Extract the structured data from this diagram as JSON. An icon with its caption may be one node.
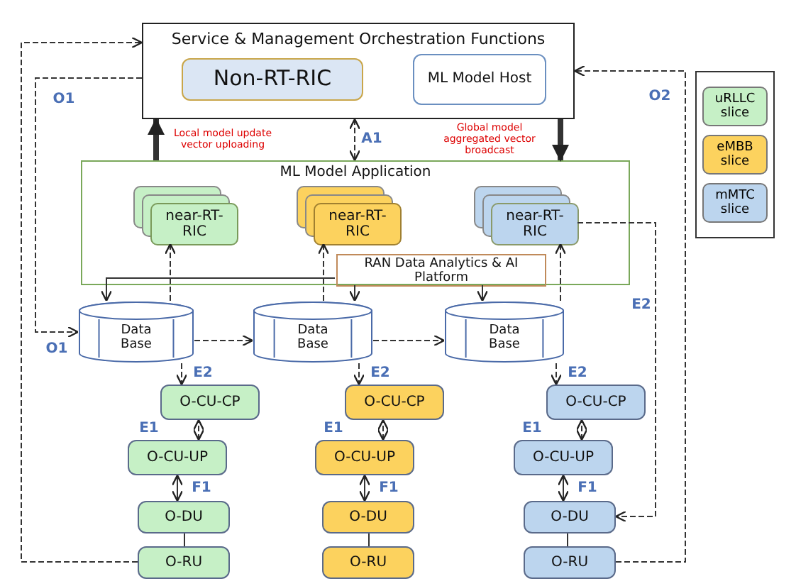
{
  "diagram": {
    "nodes": [
      {
        "text": [
          "Service & Management Orchestration Functions"
        ]
      },
      {
        "text": [
          "Non-RT-RIC"
        ],
        "in": 0
      },
      {
        "text": [
          "ML Model Host"
        ],
        "in": 0
      },
      {
        "text": [
          "ML Model Application"
        ]
      },
      {
        "text": [
          "near-RT-RIC"
        ],
        "in": 3
      },
      {
        "text": [
          "near-RT-RIC"
        ],
        "in": 3
      },
      {
        "text": [
          "near-RT-RIC"
        ],
        "in": 3
      },
      {
        "text": [
          "RAN Data Analytics & AI Platform"
        ],
        "in": 3
      },
      {
        "text": [
          "Data Base"
        ]
      },
      {
        "text": [
          "Data Base"
        ]
      },
      {
        "text": [
          "Data Base"
        ]
      },
      {
        "text": [
          "O-CU-CP"
        ]
      },
      {
        "text": [
          "O-CU-UP"
        ]
      },
      {
        "text": [
          "O-DU"
        ]
      },
      {
        "text": [
          "O-RU"
        ]
      },
      {
        "text": [
          "O-CU-CP"
        ]
      },
      {
        "text": [
          "O-CU-UP"
        ]
      },
      {
        "text": [
          "O-DU"
        ]
      },
      {
        "text": [
          "O-RU"
        ]
      },
      {
        "text": [
          "O-CU-CP"
        ]
      },
      {
        "text": [
          "O-CU-UP"
        ]
      },
      {
        "text": [
          "O-DU"
        ]
      },
      {
        "text": [
          "O-RU"
        ]
      }
    ],
    "edges": [
      {
        "from": 3,
        "to": 0,
        "arrow": "to",
        "label": "Local model update vector uploading",
        "style": "thick"
      },
      {
        "from": 0,
        "to": 3,
        "arrow": "to",
        "label": "Global model aggregated vector broadcast",
        "style": "thick"
      },
      {
        "from": 0,
        "to": 3,
        "arrow": "both",
        "label": "A1",
        "style": "dashed"
      },
      {
        "from": 7,
        "to": 8,
        "arrow": "to"
      },
      {
        "from": 7,
        "to": 9,
        "arrow": "to"
      },
      {
        "from": 7,
        "to": 10,
        "arrow": "to"
      },
      {
        "from": 8,
        "to": 4,
        "arrow": "to",
        "style": "dashed"
      },
      {
        "from": 9,
        "to": 5,
        "arrow": "to",
        "style": "dashed"
      },
      {
        "from": 10,
        "to": 6,
        "arrow": "to",
        "style": "dashed"
      },
      {
        "from": 8,
        "to": 9,
        "arrow": "to",
        "style": "dashed"
      },
      {
        "from": 9,
        "to": 10,
        "arrow": "to",
        "style": "dashed"
      },
      {
        "from": 8,
        "to": 11,
        "arrow": "to",
        "label": "E2",
        "style": "dashed"
      },
      {
        "from": 9,
        "to": 15,
        "arrow": "to",
        "label": "E2",
        "style": "dashed"
      },
      {
        "from": 10,
        "to": 19,
        "arrow": "to",
        "label": "E2",
        "style": "dashed"
      },
      {
        "from": 6,
        "to": 21,
        "arrow": "to",
        "label": "E2",
        "style": "dashed"
      },
      {
        "from": 12,
        "to": 11,
        "arrow": "both",
        "label": "E1",
        "style": "dashed"
      },
      {
        "from": 12,
        "to": 13,
        "arrow": "both",
        "label": "F1"
      },
      {
        "from": 13,
        "to": 14,
        "arrow": "none"
      },
      {
        "from": 16,
        "to": 15,
        "arrow": "both",
        "label": "E1",
        "style": "dashed"
      },
      {
        "from": 16,
        "to": 17,
        "arrow": "both",
        "label": "F1"
      },
      {
        "from": 17,
        "to": 18,
        "arrow": "none"
      },
      {
        "from": 20,
        "to": 19,
        "arrow": "both",
        "label": "E1",
        "style": "dashed"
      },
      {
        "from": 20,
        "to": 21,
        "arrow": "both",
        "label": "F1"
      },
      {
        "from": 21,
        "to": 22,
        "arrow": "none"
      },
      {
        "from": 14,
        "to": 0,
        "arrow": "to",
        "label": "O1",
        "style": "dashed"
      },
      {
        "from": 0,
        "to": 8,
        "arrow": "to",
        "label": "O1",
        "style": "dashed"
      },
      {
        "from": 22,
        "to": 0,
        "arrow": "to",
        "label": "O2",
        "style": "dashed"
      }
    ],
    "legend": [
      {
        "text": "uRLLC slice",
        "color": "#c6f0c6"
      },
      {
        "text": "eMBB slice",
        "color": "#fcd25e"
      },
      {
        "text": "mMTC slice",
        "color": "#bcd5ee"
      }
    ]
  }
}
